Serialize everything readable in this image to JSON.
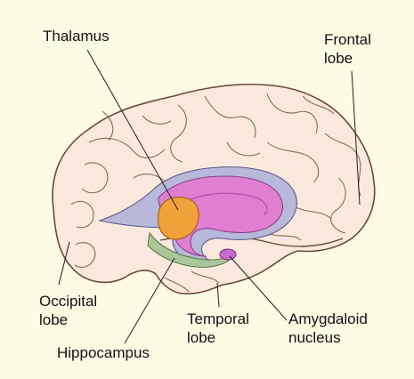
{
  "labels": {
    "thalamus": "Thalamus",
    "frontal_lobe": "Frontal\nlobe",
    "occipital_lobe": "Occipital\nlobe",
    "temporal_lobe": "Temporal\nlobe",
    "amygdaloid_nucleus": "Amygdaloid\nnucleus",
    "hippocampus": "Hippocampus"
  },
  "colors": {
    "background": "#fdfbe4",
    "brain_surface": "#fbe9dd",
    "brain_outline": "#6b4a3a",
    "limbic_band": "#b8b8da",
    "limbic_inner": "#e07fd0",
    "thalamus": "#f2a23a",
    "hippocampus": "#a9c79a",
    "amygdala": "#c86bd0"
  }
}
